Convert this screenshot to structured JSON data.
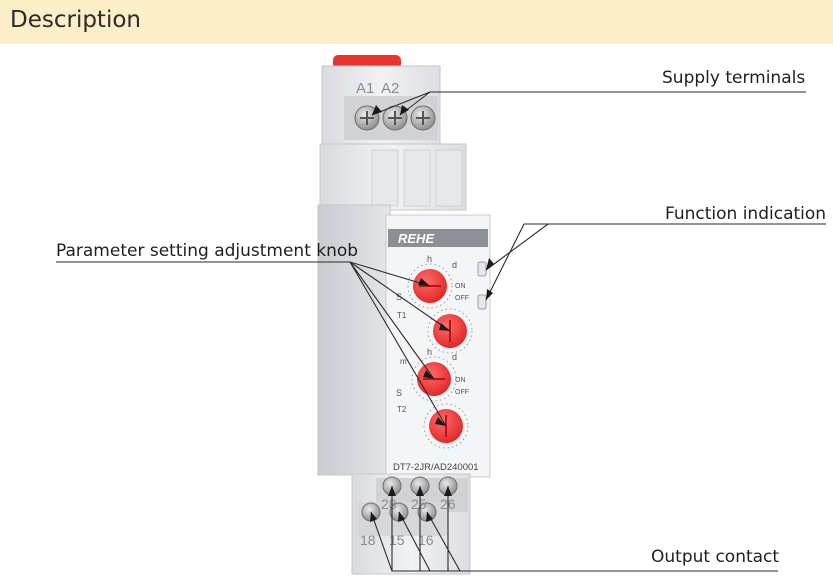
{
  "header": {
    "title": "Description",
    "background": "#fcefc7"
  },
  "callouts": {
    "supply": "Supply  terminals",
    "function": "Function indication",
    "parameter": "Parameter setting adjustment knob",
    "output": "Output contact"
  },
  "device": {
    "brand": "REHE",
    "model": "DT7-2JR/AD240001",
    "top_terminals": [
      "A1",
      "A2"
    ],
    "bottom_row_1": [
      "28",
      "25",
      "26"
    ],
    "bottom_row_2": [
      "18",
      "15",
      "16"
    ],
    "knob_labels": {
      "t1": "T1",
      "t2": "T2",
      "h": "h",
      "d": "d",
      "s": "S",
      "m": "m",
      "on": "ON",
      "off": "OFF"
    },
    "knob_color": "#f03c3c",
    "clip_color": "#e8342f"
  }
}
